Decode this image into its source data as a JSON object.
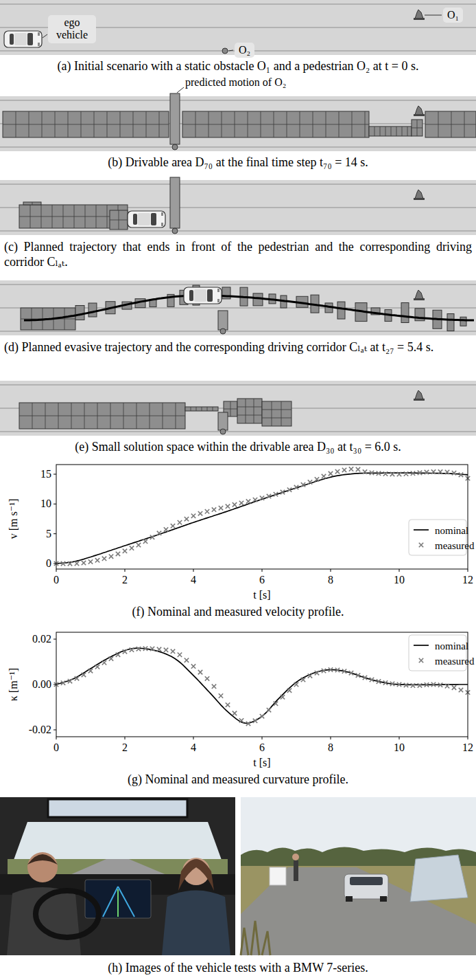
{
  "diagram": {
    "nodes": [
      {
        "text": [
          "ego vehicle"
        ]
      },
      {
        "text": [
          "O₁"
        ]
      },
      {
        "text": [
          "O₂"
        ]
      }
    ],
    "labels": [
      "(a) Initial scenario with a static obstacle O₁ and a pedestrian O₂ at t = 0 s.",
      "predicted motion of O₂",
      "(b) Drivable area D₇₀ at the final time step t₇₀ = 14 s.",
      "(c) Planned trajectory that ends in front of the pedestrian and the corresponding driving corridor Cₗₐₜ.",
      "(d) Planned evasive trajectory and the corresponding driving corridor Cₗₐₜ at t₂₇ = 5.4 s.",
      "(e) Small solution space within the drivable area D₃₀ at t₃₀ = 6.0 s.",
      "v [m s⁻¹]",
      "0",
      "5",
      "10",
      "15",
      "0",
      "2",
      "4",
      "6",
      "8",
      "10",
      "12",
      "t [s]",
      "(f) Nominal and measured velocity profile.",
      "κ [m⁻¹]",
      "0.02",
      "0.00",
      "-0.02",
      "0",
      "2",
      "4",
      "6",
      "8",
      "10",
      "12",
      "t [s]",
      "(g) Nominal and measured curvature profile.",
      "(h) Images of the vehicle tests with a BMW 7-series."
    ],
    "legend": [
      {
        "text": "nominal"
      },
      {
        "text": "measured"
      },
      {
        "text": "nominal"
      },
      {
        "text": "measured"
      }
    ]
  }
}
